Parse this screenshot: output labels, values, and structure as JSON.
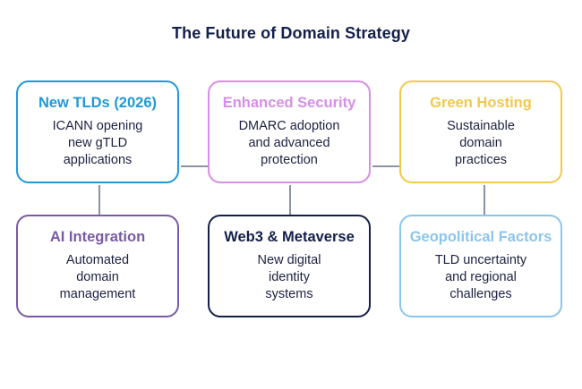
{
  "title": "The Future of Domain Strategy",
  "nodes": [
    {
      "heading": "New TLDs (2026)",
      "lines": [
        "ICANN opening",
        "new gTLD",
        "applications"
      ],
      "color": "#1e9ad6"
    },
    {
      "heading": "Enhanced Security",
      "lines": [
        "DMARC adoption",
        "and advanced",
        "protection"
      ],
      "color": "#d68ee8"
    },
    {
      "heading": "Green Hosting",
      "lines": [
        "Sustainable",
        "domain",
        "practices"
      ],
      "color": "#f2c94c"
    },
    {
      "heading": "AI Integration",
      "lines": [
        "Automated",
        "domain",
        "management"
      ],
      "color": "#7a5ba3"
    },
    {
      "heading": "Web3 & Metaverse",
      "lines": [
        "New digital",
        "identity",
        "systems"
      ],
      "color": "#14204a"
    },
    {
      "heading": "Geopolitical Factors",
      "lines": [
        "TLD uncertainty",
        "and regional",
        "challenges"
      ],
      "color": "#8cc5ec"
    }
  ],
  "connector_color": "#8a92a6"
}
